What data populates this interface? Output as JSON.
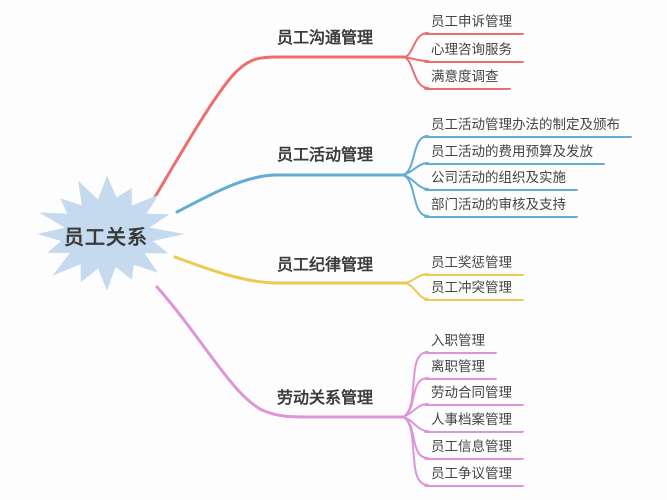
{
  "central": {
    "label": "员工关系"
  },
  "colors": {
    "red": "#ed6e6e",
    "blue": "#64acd2",
    "yellow": "#ecc94f",
    "pink": "#de95d8",
    "center_fill": "#c6daef"
  },
  "branches": [
    {
      "label": "员工沟通管理",
      "children": [
        "员工申诉管理",
        "心理咨询服务",
        "满意度调查"
      ]
    },
    {
      "label": "员工活动管理",
      "children": [
        "员工活动管理办法的制定及颁布",
        "员工活动的费用预算及发放",
        "公司活动的组织及实施",
        "部门活动的审核及支持"
      ]
    },
    {
      "label": "员工纪律管理",
      "children": [
        "员工奖惩管理",
        "员工冲突管理"
      ]
    },
    {
      "label": "劳动关系管理",
      "children": [
        "入职管理",
        "离职管理",
        "劳动合同管理",
        "人事档案管理",
        "员工信息管理",
        "员工争议管理"
      ]
    }
  ]
}
